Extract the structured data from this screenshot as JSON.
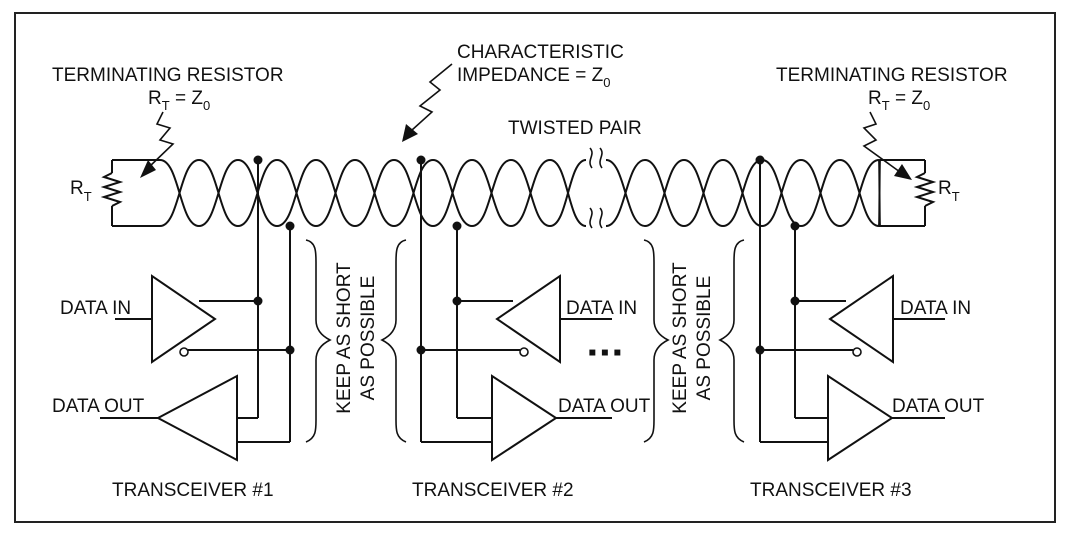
{
  "colors": {
    "line": "#111111",
    "background": "#ffffff",
    "frame": "#222222"
  },
  "terminator_left": {
    "title": "TERMINATING RESISTOR",
    "eq_r": "R",
    "eq_r_sub": "T",
    "eq_mid": " = Z",
    "eq_z_sub": "0",
    "res_r": "R",
    "res_sub": "T"
  },
  "terminator_right": {
    "title": "TERMINATING RESISTOR",
    "eq_r": "R",
    "eq_r_sub": "T",
    "eq_mid": " = Z",
    "eq_z_sub": "0",
    "res_r": "R",
    "res_sub": "T"
  },
  "impedance": {
    "line1": "CHARACTERISTIC",
    "line2": "IMPEDANCE = Z",
    "sub": "0"
  },
  "cable": {
    "label": "TWISTED PAIR"
  },
  "stub_note": {
    "line1": "KEEP AS SHORT",
    "line2": "AS POSSIBLE"
  },
  "ellipsis": "▪▪▪",
  "transceivers": [
    {
      "name": "TRANSCEIVER #1",
      "data_in": "DATA IN",
      "data_out": "DATA OUT"
    },
    {
      "name": "TRANSCEIVER #2",
      "data_in": "DATA IN",
      "data_out": "DATA OUT"
    },
    {
      "name": "TRANSCEIVER #3",
      "data_in": "DATA IN",
      "data_out": "DATA OUT"
    }
  ]
}
